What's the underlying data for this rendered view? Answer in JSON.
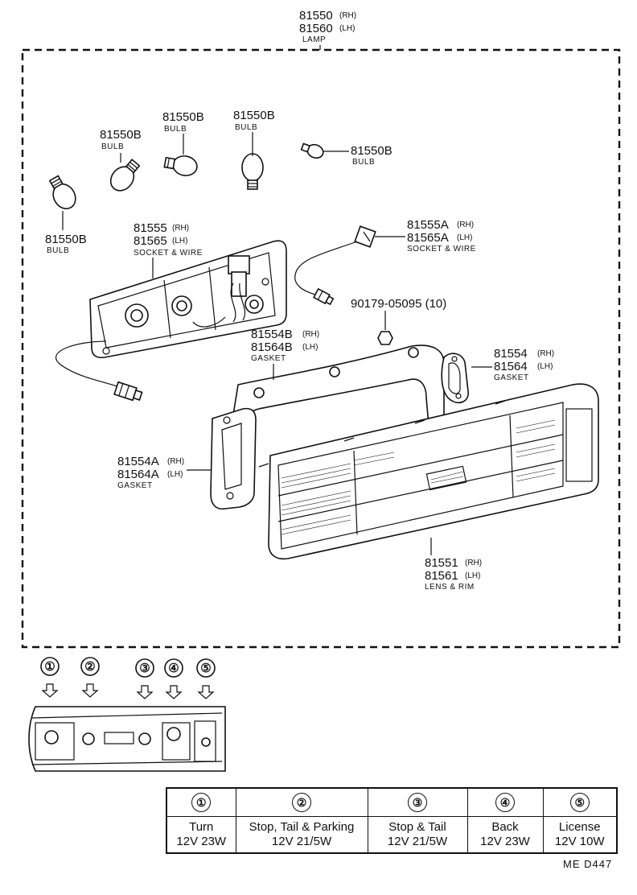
{
  "lamp": {
    "pn_rh": "81550",
    "sup_rh": "(RH)",
    "pn_lh": "81560",
    "sup_lh": "(LH)",
    "desc": "LAMP"
  },
  "bulbs": [
    {
      "pn": "81550B",
      "desc": "BULB"
    },
    {
      "pn": "81550B",
      "desc": "BULB"
    },
    {
      "pn": "81550B",
      "desc": "BULB"
    },
    {
      "pn": "81550B",
      "desc": "BULB"
    },
    {
      "pn": "81550B",
      "desc": "BULB"
    }
  ],
  "socket_main": {
    "pn_rh": "81555",
    "sup_rh": "(RH)",
    "pn_lh": "81565",
    "sup_lh": "(LH)",
    "desc": "SOCKET & WIRE"
  },
  "socket_a": {
    "pn_rh": "81555A",
    "sup_rh": "(RH)",
    "pn_lh": "81565A",
    "sup_lh": "(LH)",
    "desc": "SOCKET & WIRE"
  },
  "nut": {
    "pn": "90179-05095 (10)"
  },
  "gasket_b": {
    "pn_rh": "81554B",
    "sup_rh": "(RH)",
    "pn_lh": "81564B",
    "sup_lh": "(LH)",
    "desc": "GASKET"
  },
  "gasket": {
    "pn_rh": "81554",
    "sup_rh": "(RH)",
    "pn_lh": "81564",
    "sup_lh": "(LH)",
    "desc": "GASKET"
  },
  "gasket_a": {
    "pn_rh": "81554A",
    "sup_rh": "(RH)",
    "pn_lh": "81564A",
    "sup_lh": "(LH)",
    "desc": "GASKET"
  },
  "lens": {
    "pn_rh": "81551",
    "sup_rh": "(RH)",
    "pn_lh": "81561",
    "sup_lh": "(LH)",
    "desc": "LENS & RIM"
  },
  "positions": [
    "①",
    "②",
    "③",
    "④",
    "⑤"
  ],
  "legend": [
    {
      "num": "①",
      "name": "Turn",
      "spec": "12V 23W"
    },
    {
      "num": "②",
      "name": "Stop, Tail & Parking",
      "spec": "12V 21/5W"
    },
    {
      "num": "③",
      "name": "Stop & Tail",
      "spec": "12V 21/5W"
    },
    {
      "num": "④",
      "name": "Back",
      "spec": "12V 23W"
    },
    {
      "num": "⑤",
      "name": "License",
      "spec": "12V 10W"
    }
  ],
  "code": "ME  D447"
}
